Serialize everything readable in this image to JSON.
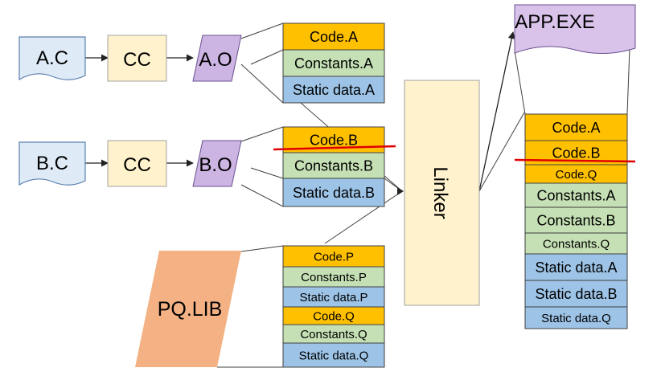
{
  "colors": {
    "file_fill": "#deebf7",
    "file_stroke": "#5b7fb0",
    "compiler_fill": "#fff2cc",
    "compiler_stroke": "#a0a0a0",
    "object_fill": "#ccb4e3",
    "object_stroke": "#6a4f90",
    "lib_fill": "#f4b183",
    "linker_fill": "#fff2cc",
    "exe_fill": "#d9c3ea",
    "code_fill": "#ffc000",
    "constants_fill": "#c5e0b4",
    "static_fill": "#9dc3e6",
    "strike": "#e00000",
    "line": "#404040"
  },
  "sources": {
    "a": "A.C",
    "b": "B.C"
  },
  "compilers": {
    "a": "CC",
    "b": "CC"
  },
  "objects": {
    "a": "A.O",
    "b": "B.O"
  },
  "library": "PQ.LIB",
  "linker": "Linker",
  "executable": "APP.EXE",
  "segments_a": [
    "Code.A",
    "Constants.A",
    "Static data.A"
  ],
  "segments_b": [
    "Code.B",
    "Constants.B",
    "Static data.B"
  ],
  "segments_lib": [
    "Code.P",
    "Constants.P",
    "Static data.P",
    "Code.Q",
    "Constants.Q",
    "Static data.Q"
  ],
  "segments_exe": [
    "Code.A",
    "Code.B",
    "Code.Q",
    "Constants.A",
    "Constants.B",
    "Constants.Q",
    "Static data.A",
    "Static data.B",
    "Static data.Q"
  ]
}
